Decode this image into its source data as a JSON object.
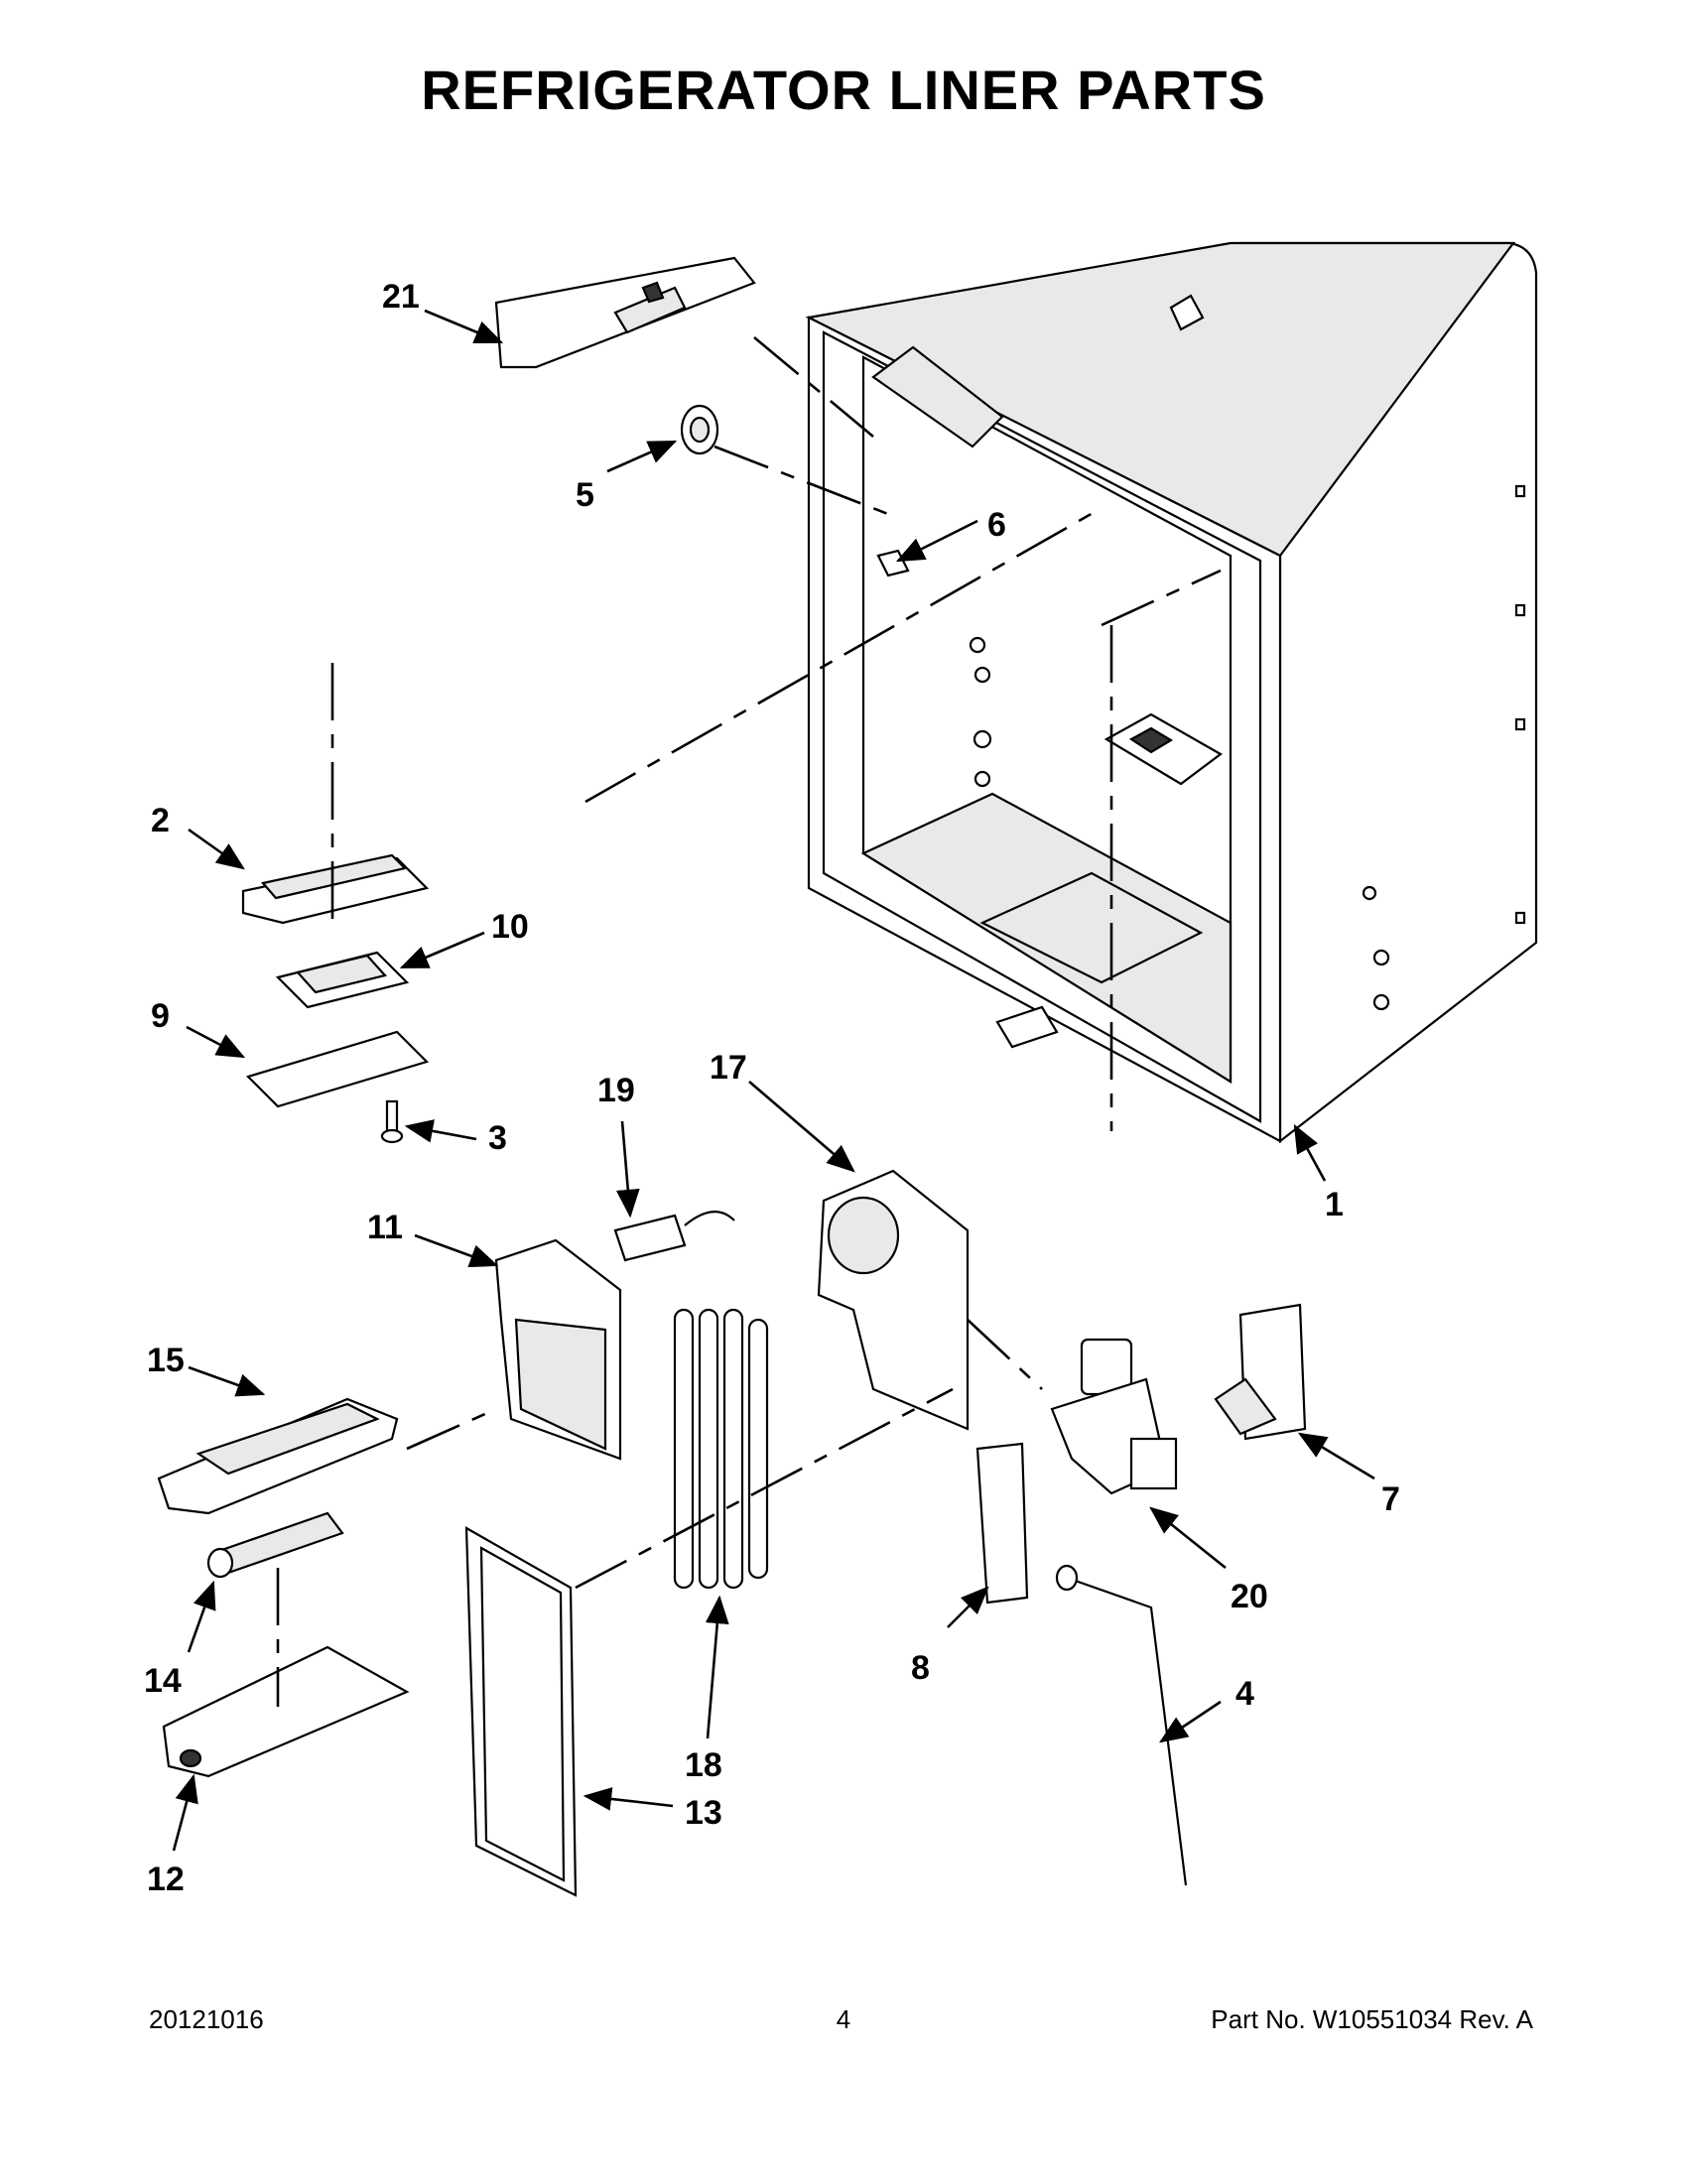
{
  "page": {
    "title": "REFRIGERATOR LINER PARTS",
    "footer_date": "20121016",
    "footer_page": "4",
    "footer_part": "Part No.  W10551034  Rev.  A"
  },
  "callouts": [
    {
      "id": "c1",
      "label": "1"
    },
    {
      "id": "c2",
      "label": "2"
    },
    {
      "id": "c3",
      "label": "3"
    },
    {
      "id": "c4",
      "label": "4"
    },
    {
      "id": "c5",
      "label": "5"
    },
    {
      "id": "c6",
      "label": "6"
    },
    {
      "id": "c7",
      "label": "7"
    },
    {
      "id": "c8",
      "label": "8"
    },
    {
      "id": "c9",
      "label": "9"
    },
    {
      "id": "c10",
      "label": "10"
    },
    {
      "id": "c11",
      "label": "11"
    },
    {
      "id": "c12",
      "label": "12"
    },
    {
      "id": "c13",
      "label": "13"
    },
    {
      "id": "c14",
      "label": "14"
    },
    {
      "id": "c15",
      "label": "15"
    },
    {
      "id": "c17",
      "label": "17"
    },
    {
      "id": "c18",
      "label": "18"
    },
    {
      "id": "c19",
      "label": "19"
    },
    {
      "id": "c20",
      "label": "20"
    },
    {
      "id": "c21",
      "label": "21"
    }
  ],
  "colors": {
    "line": "#000000",
    "paper": "#ffffff",
    "shade": "#e9e9e9"
  }
}
